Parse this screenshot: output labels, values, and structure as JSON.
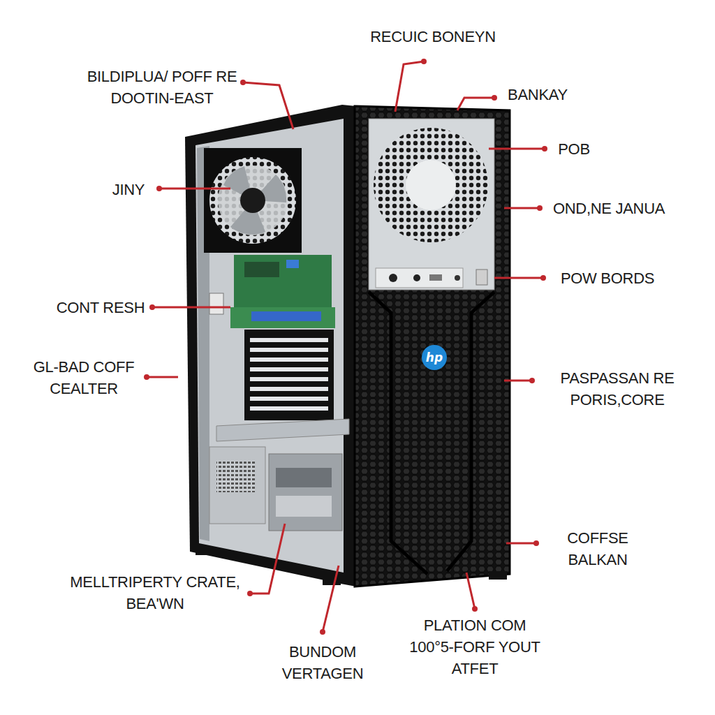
{
  "diagram": {
    "labels": [
      "RECUIC BONEYN",
      "BILDIPLUA/ POFF RE DOOTIN-EAST",
      "BANKAY",
      "POB",
      "JINY",
      "OND,NE JANUA",
      "POW BORDS",
      "CONT RESH",
      "GL-BAD COFF CEALTER",
      "PASPASSAN RE PORIS,CORE",
      "hp",
      "COFFSE BALKAN",
      "MELLTRIPERTY CRATE, BEA'WN",
      "PLATION COM 100°5-FORF YOUT ATFET",
      "BUNDOM VERTAGEN"
    ]
  }
}
